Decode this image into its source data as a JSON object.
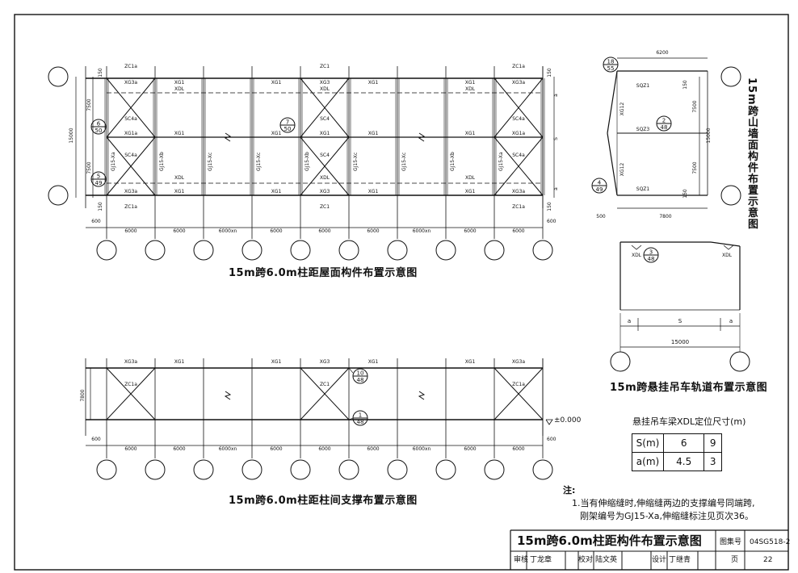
{
  "sheet_title": "15m跨6.0m柱距构件布置示意图",
  "titleblock": {
    "atlas_label": "图集号",
    "atlas_no": "04SG518-2",
    "review_label": "审核",
    "review_name": "丁龙章",
    "check_label": "校对",
    "check_name": "陆文英",
    "design_label": "设计",
    "design_name": "丁继青",
    "page_label": "页",
    "page_no": "22"
  },
  "roof_plan": {
    "caption": "15m跨6.0m柱距屋面构件布置示意图",
    "bays": [
      "6000",
      "6000",
      "6000xn",
      "6000",
      "6000",
      "6000",
      "6000xn",
      "6000",
      "6000"
    ],
    "end_offset": "600",
    "total_width": "15000",
    "half_width": "7500",
    "edge_150": "150",
    "dim_a": "a",
    "dim_s": "S",
    "top_braces": [
      "ZC1a",
      "ZC1",
      "ZC1a"
    ],
    "bottom_braces": [
      "ZC1a",
      "ZC1",
      "ZC1a"
    ],
    "top_members": [
      "XG3a",
      "XG1",
      "XG1",
      "XG3",
      "XG1",
      "XG1",
      "XG3a"
    ],
    "mid_members": [
      "XG1a",
      "XG1",
      "XG1",
      "XG1",
      "XG1",
      "XG1",
      "XG1a"
    ],
    "bottom_members": [
      "XG3a",
      "XG1",
      "XG1",
      "XG3",
      "XG1",
      "XG1",
      "XG3a"
    ],
    "xdl": "XDL",
    "sc_top": [
      "SC4a",
      "SC4",
      "SC4a"
    ],
    "sc_bottom": [
      "SC4a",
      "SC4",
      "SC4a"
    ],
    "frames": [
      "GJ15-Xa",
      "GJ15-Xb",
      "GJ15-Xc",
      "GJ15-Xc",
      "GJ15-Xb",
      "GJ15-Xc",
      "GJ15-Xc",
      "GJ15-Xb",
      "GJ15-Xa"
    ],
    "refs": [
      {
        "num": "6",
        "den": "50"
      },
      {
        "num": "5",
        "den": "49"
      },
      {
        "num": "7",
        "den": "50"
      }
    ]
  },
  "bracing": {
    "caption": "15m跨6.0m柱距柱间支撑布置示意图",
    "bays": [
      "6000",
      "6000",
      "6000xn",
      "6000",
      "6000",
      "6000",
      "6000xn",
      "6000",
      "6000"
    ],
    "end_offset": "600",
    "height": "7800",
    "members": [
      "XG3a",
      "XG1",
      "XG1",
      "XG3",
      "XG1",
      "XG1",
      "XG3a"
    ],
    "braces": [
      "ZC1a",
      "ZC1",
      "ZC1a"
    ],
    "level": "±0.000",
    "refs": [
      {
        "num": "10",
        "den": "48"
      },
      {
        "num": "1",
        "den": "48"
      }
    ]
  },
  "gable": {
    "vertical_title": "15m跨山墙面构件布置示意图",
    "top_dim": "6200",
    "bottom_dim": "7800",
    "left_dim": "500",
    "total": "15000",
    "half": "7500",
    "edge": "150",
    "columns": [
      "XG12",
      "XG12"
    ],
    "struts": [
      "SQZ1",
      "SQZ3",
      "SQZ1"
    ],
    "refs": [
      {
        "num": "18",
        "den": "55"
      },
      {
        "num": "2",
        "den": "48"
      },
      {
        "num": "4",
        "den": "49"
      }
    ]
  },
  "crane": {
    "caption": "15m跨悬挂吊车轨道布置示意图",
    "xdl_left": "XDL",
    "xdl_right": "XDL",
    "ref": {
      "num": "3",
      "den": "48"
    },
    "dim_a": "a",
    "dim_s": "S",
    "total": "15000"
  },
  "xdl_table": {
    "title": "悬挂吊车梁XDL定位尺寸(m)",
    "rows": [
      {
        "label": "S(m)",
        "v1": "6",
        "v2": "9"
      },
      {
        "label": "a(m)",
        "v1": "4.5",
        "v2": "3"
      }
    ]
  },
  "notes": {
    "heading": "注:",
    "line1": "1.当有伸缩缝时,伸缩缝两边的支撑编号同端跨,",
    "line2": "刚架编号为GJ15-Xa,伸缩缝标注见页次36。"
  }
}
